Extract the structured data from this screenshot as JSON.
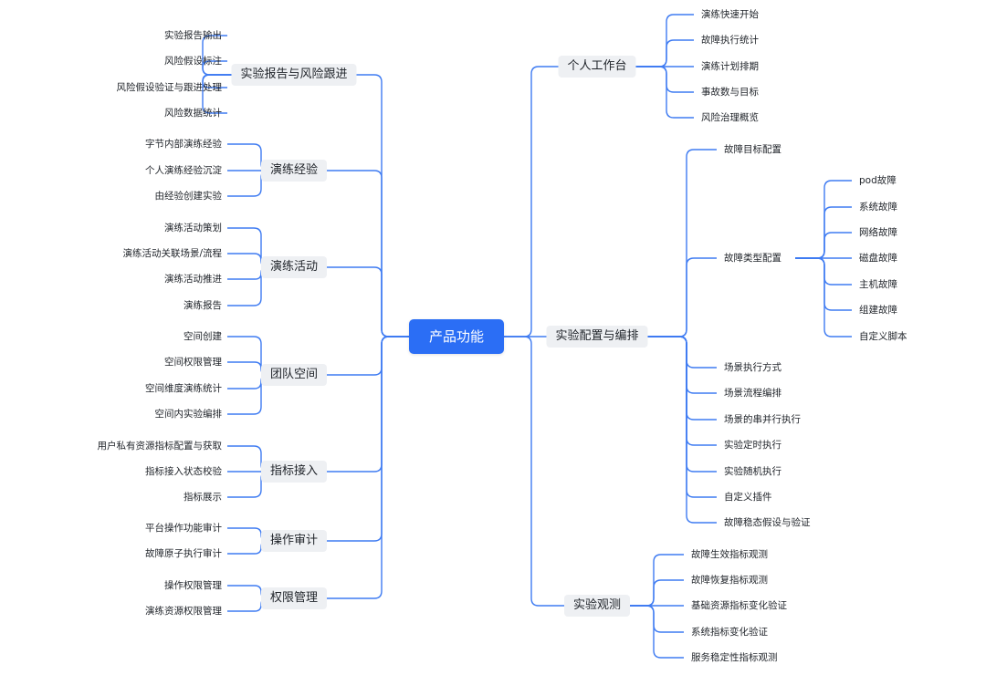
{
  "root": "产品功能",
  "left_branches": [
    {
      "label": "实验报告与风险跟进",
      "items": [
        "实验报告输出",
        "风险假设标注",
        "风险假设验证与跟进处理",
        "风险数据统计"
      ]
    },
    {
      "label": "演练经验",
      "items": [
        "字节内部演练经验",
        "个人演练经验沉淀",
        "由经验创建实验"
      ]
    },
    {
      "label": "演练活动",
      "items": [
        "演练活动策划",
        "演练活动关联场景/流程",
        "演练活动推进",
        "演练报告"
      ]
    },
    {
      "label": "团队空间",
      "items": [
        "空间创建",
        "空间权限管理",
        "空间维度演练统计",
        "空间内实验编排"
      ]
    },
    {
      "label": "指标接入",
      "items": [
        "用户私有资源指标配置与获取",
        "指标接入状态校验",
        "指标展示"
      ]
    },
    {
      "label": "操作审计",
      "items": [
        "平台操作功能审计",
        "故障原子执行审计"
      ]
    },
    {
      "label": "权限管理",
      "items": [
        "操作权限管理",
        "演练资源权限管理"
      ]
    }
  ],
  "right_branches": [
    {
      "label": "个人工作台",
      "items": [
        "演练快速开始",
        "故障执行统计",
        "演练计划排期",
        "事故数与目标",
        "风险治理概览"
      ]
    },
    {
      "label": "实验配置与编排",
      "items": [
        "故障目标配置",
        "故障类型配置",
        "场景执行方式",
        "场景流程编排",
        "场景的串并行执行",
        "实验定时执行",
        "实验随机执行",
        "自定义插件",
        "故障稳态假设与验证"
      ],
      "sub": {
        "parent": "故障类型配置",
        "items": [
          "pod故障",
          "系统故障",
          "网络故障",
          "磁盘故障",
          "主机故障",
          "组建故障",
          "自定义脚本"
        ]
      }
    },
    {
      "label": "实验观测",
      "items": [
        "故障生效指标观测",
        "故障恢复指标观测",
        "基础资源指标变化验证",
        "系统指标变化验证",
        "服务稳定性指标观测"
      ]
    }
  ],
  "colors": {
    "line": "#3e7bf2",
    "root_bg": "#2b6ef5",
    "branch_bg": "#eef0f3",
    "text": "#1f2329"
  }
}
